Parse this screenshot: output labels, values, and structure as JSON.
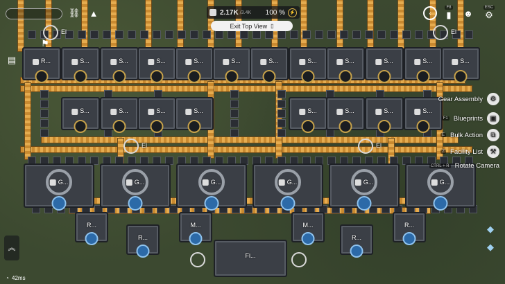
{
  "hud": {
    "resource_value": "2.17K",
    "resource_cap": "/3.4K",
    "power_percent": "100 %",
    "exit_label": "Exit Top View",
    "latency": "42ms"
  },
  "side_menu": [
    {
      "label": "Gear Assembly",
      "key": ""
    },
    {
      "label": "Blueprints",
      "key": "F1"
    },
    {
      "label": "Bulk Action",
      "key": "E"
    },
    {
      "label": "Facility List",
      "key": "Z"
    },
    {
      "label": "Rotate Camera",
      "key": "CTRL + R"
    }
  ],
  "top_keys": {
    "f8": "F8",
    "esc": "ESC"
  },
  "machines": {
    "row1_label": "S...",
    "row1_first_label": "R...",
    "row2_label": "S...",
    "gear_label": "G...",
    "refiner_label": "R...",
    "mover_label": "M...",
    "bottom_label": "Fi...",
    "relay_label": "El"
  }
}
